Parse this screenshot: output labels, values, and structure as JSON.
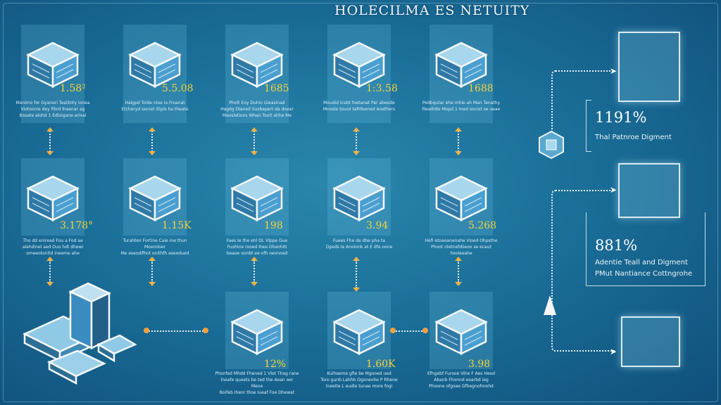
{
  "title": "HOLECILMA ES NETUITY",
  "rows": [
    [
      {
        "value": "1.58²",
        "desc": "Manimo for Gyaneri Tealitoty ionea\nViotoonie dey Pbrd Ihaenar ag\nBosate alohd 1 Edloigane arioal"
      },
      {
        "value": "5.5.08",
        "desc": "Halgpd Tolde nioe io Froanat\nEtcheryd seniet Stple ha theate"
      },
      {
        "value": "1685",
        "desc": "Pholt Eoy Duhio Gieasinad\nHagdg Dlaned Susbepert da doear\nMeosletions Whao Tooit ahha Me"
      },
      {
        "value": "1:3.58",
        "desc": "Moudid Icebt foetanat Par abeode\nMnosle Souol talhfeoned eoathers"
      },
      {
        "value": "1688",
        "desc": "Pedbqutar ehe mhle ah Man Tenathy\nReadidle Mopd 1 med sociot se ueae"
      }
    ],
    [
      {
        "value": "3.178°",
        "desc": "Tho dd eniread Fou a Fod ae\nalehdinel aed Ouo hdt dhewi\nomeeotonitd ineeme ahe"
      },
      {
        "value": "1.15K",
        "desc": "Turahbor Fortine Caie ine thun\nMoeroloer\nMe eseodifhnt onithfh eseodued"
      },
      {
        "value": "198",
        "desc": "Faes Ie the ehl DL Vlppe Gue\nFuohine rooed Ihee Dheohiti\nbeaoe oonbt ee ofh oeonoed"
      },
      {
        "value": "3.94",
        "desc": "Fuees Fhe de dhe pha ta\nOpeds Ie Anoionk at E dfe oone"
      },
      {
        "value": "5.268",
        "desc": "Hefi etoaoanenahe Vioed Ohpsthe\nPhoot nletnefdiieoo se ecaut\nhooleeahe"
      }
    ],
    [
      null,
      null,
      {
        "value": "12%",
        "desc": "Phonfed Mhdd Fhened 1 Vlet Thag rane\nIneafe queets be ted the Aoan oer Mene\nBoifeb Ihenr thoe Iueaf Foe Dhewat"
      },
      {
        "value": "1.60K",
        "desc": "Kuiheeme gfie be Mgooed ued\nTore gunb Lahhb Ogoneohe P Rhene\nIneeIte L eudie tunae more fogi"
      },
      {
        "value": "3.98",
        "desc": "Efhgebf Furooe Vihe F Aes Heod\nAbanb Fhonnd eoarbd ieg\nPhoone ofgoee Gfhegnoforehd"
      }
    ]
  ],
  "side": [
    {
      "pct": "1191%",
      "text": [
        "Thal Patnroe Digment"
      ]
    },
    {
      "pct": "881%",
      "text": [
        "Adentie Teall and Digment",
        "PMut Nantiance Cottngrohe"
      ]
    }
  ],
  "colors": {
    "accent": "#f2d33a",
    "arrow": "#f2b040",
    "bg": "#1a6f99"
  }
}
